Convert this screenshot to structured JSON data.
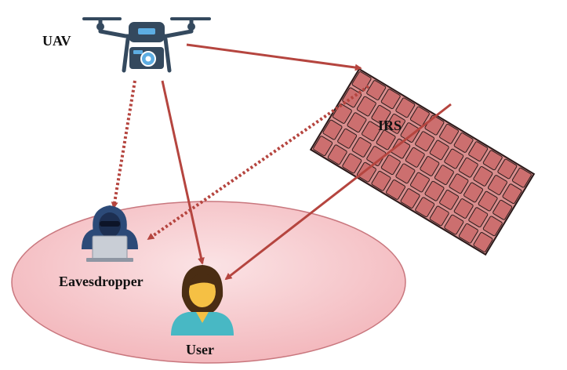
{
  "labels": {
    "uav": "UAV",
    "irs": "IRS",
    "eavesdropper": "Eavesdropper",
    "user": "User"
  },
  "colors": {
    "link": "#b5453f",
    "ellipse_fill": "#f6c9cc",
    "ellipse_stroke": "#c9777e",
    "irs_panel": "#d98f8f",
    "irs_cell": "#cc6f6f",
    "irs_grid": "#2a1a1a",
    "drone_body": "#34495e",
    "camera": "#5dade2",
    "user_shirt": "#48b8c4",
    "user_hair": "#4a2d13",
    "user_skin": "#f5c044",
    "hacker_hood": "#2c4a78",
    "laptop": "#c9ced6"
  },
  "links": [
    {
      "from": "UAV",
      "to": "IRS",
      "style": "solid"
    },
    {
      "from": "UAV",
      "to": "User",
      "style": "solid"
    },
    {
      "from": "IRS",
      "to": "User",
      "style": "solid"
    },
    {
      "from": "UAV",
      "to": "Eavesdropper",
      "style": "dotted"
    },
    {
      "from": "IRS",
      "to": "Eavesdropper",
      "style": "dotted"
    }
  ],
  "icons": [
    "drone-icon",
    "irs-panel-icon",
    "hacker-icon",
    "user-icon"
  ]
}
